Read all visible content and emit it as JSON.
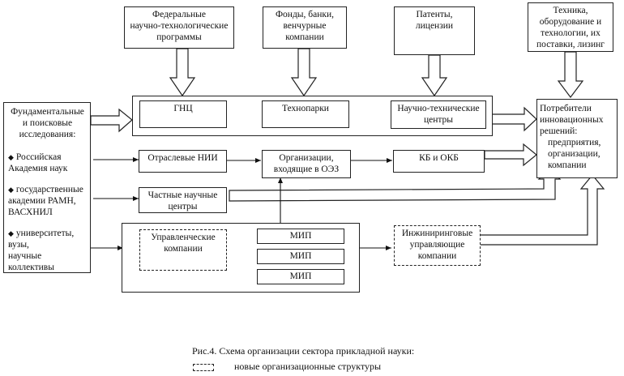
{
  "sources": {
    "federal": "Федеральные научно-технологические программы",
    "federal_lines": [
      "Федеральные",
      "научно-технологические",
      "программы"
    ],
    "funds_lines": [
      "Фонды, банки,",
      "венчурные",
      "компании"
    ],
    "patents_lines": [
      "Патенты,",
      "лицензии"
    ],
    "equipment_lines": [
      "Техника,",
      "оборудование и",
      "технологии, их",
      "поставки, лизинг"
    ]
  },
  "fundamental": {
    "heading_lines": [
      "Фундаментальные",
      "и поисковые",
      "исследования:"
    ],
    "items": [
      {
        "lines": [
          "Российская",
          "Академия наук"
        ]
      },
      {
        "lines": [
          "государственные",
          "академии РАМН,",
          "ВАСХНИЛ"
        ]
      },
      {
        "lines": [
          "университеты,",
          "вузы,",
          "научные",
          "коллективы"
        ]
      }
    ],
    "bullet": "◆"
  },
  "centers": {
    "gnc": "ГНЦ",
    "technoparks": "Технопарки",
    "stc_lines": [
      "Научно-технические",
      "центры"
    ]
  },
  "middle": {
    "branch_nii": "Отраслевые НИИ",
    "oez_lines": [
      "Организации,",
      "входящие в ОЭЗ"
    ],
    "kb_okb": "КБ и ОКБ",
    "private_lines": [
      "Частные научные",
      "центры"
    ]
  },
  "management": {
    "mgmt_lines": [
      "Управленческие",
      "компании"
    ],
    "mip": [
      "МИП",
      "МИП",
      "МИП"
    ],
    "engineering_lines": [
      "Инжиниринговые",
      "управляющие",
      "компании"
    ]
  },
  "consumers": {
    "head_lines": [
      "Потребители",
      "инновационных",
      "решений:"
    ],
    "sub_lines": [
      "предприятия,",
      "организации,",
      "компании"
    ]
  },
  "caption": {
    "title": "Рис.4. Схема организации сектора прикладной науки:",
    "legend_label": "новые организационные структуры"
  }
}
